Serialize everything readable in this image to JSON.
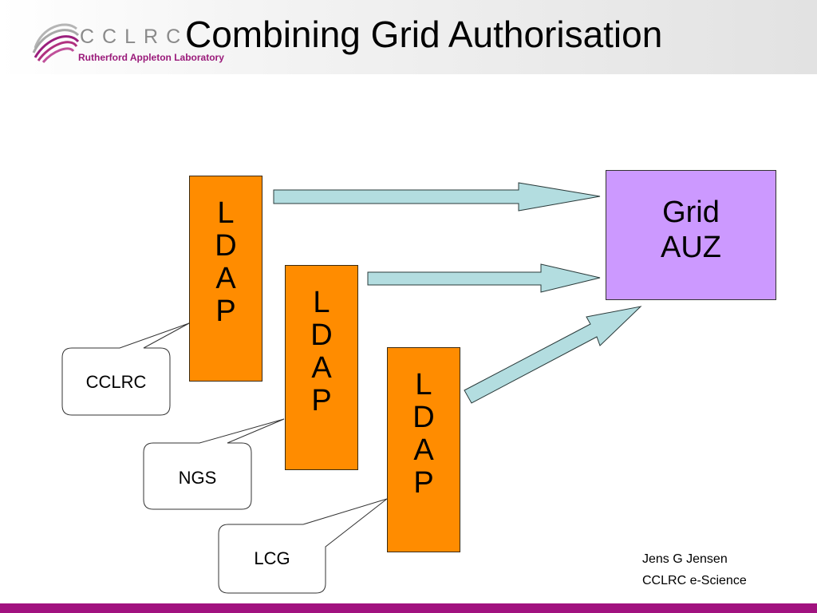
{
  "header": {
    "logo_text": "CCLRC",
    "logo_subtitle": "Rutherford Appleton Laboratory",
    "title": "Combining Grid Authorisation"
  },
  "diagram": {
    "ldap_boxes": [
      {
        "letters": [
          "L",
          "D",
          "A",
          "P"
        ]
      },
      {
        "letters": [
          "L",
          "D",
          "A",
          "P"
        ]
      },
      {
        "letters": [
          "L",
          "D",
          "A",
          "P"
        ]
      }
    ],
    "target_lines": [
      "Grid",
      "AUZ"
    ],
    "callouts": [
      "CCLRC",
      "NGS",
      "LCG"
    ]
  },
  "footer": {
    "author": "Jens G Jensen",
    "organisation": "CCLRC e-Science"
  },
  "colors": {
    "ldap_fill": "#ff8c00",
    "target_fill": "#cc99ff",
    "arrow_fill": "#b3dde0",
    "brand_bar": "#a1127f"
  }
}
